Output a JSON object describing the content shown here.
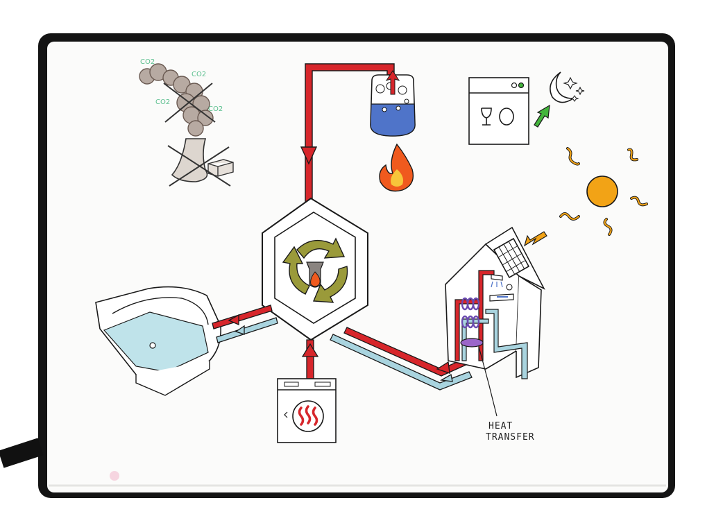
{
  "annotations": {
    "heat_transfer_line1": "HEAT",
    "heat_transfer_line2": "TRANSFER"
  },
  "smoke_labels": [
    "CO2",
    "CO2",
    "CO2",
    "CO2"
  ],
  "colors": {
    "hot_pipe": "#d7262b",
    "cold_pipe": "#a9d4df",
    "hub_arrows": "#9a9a3a",
    "sun": "#f2a316",
    "flame": "#f05a1e",
    "water": "#4f74c9",
    "bath_water": "#bfe3ea",
    "green_arrow": "#43b53c",
    "heat_pad": "#9b66c9"
  }
}
